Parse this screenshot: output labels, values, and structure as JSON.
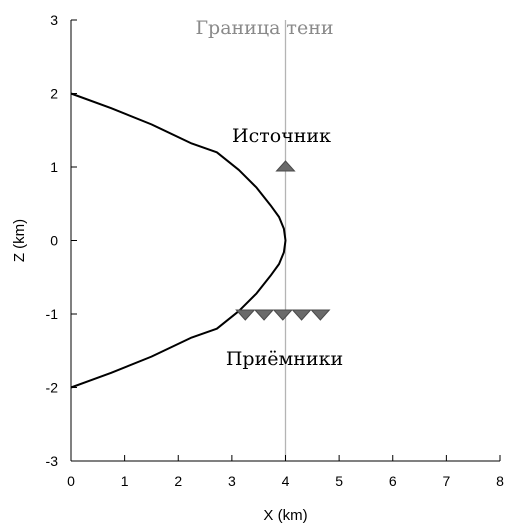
{
  "chart_data": {
    "type": "line",
    "title": "",
    "xlabel": "X (km)",
    "ylabel": "Z (km)",
    "xlim": [
      0,
      8
    ],
    "ylim": [
      -3,
      3
    ],
    "x_ticks": [
      0,
      1,
      2,
      3,
      4,
      5,
      6,
      7,
      8
    ],
    "y_ticks": [
      -3,
      -2,
      -1,
      0,
      1,
      2,
      3
    ],
    "x_tick_labels": [
      "0",
      "1",
      "2",
      "3",
      "4",
      "5",
      "6",
      "7",
      "8"
    ],
    "y_tick_labels": [
      "-3",
      "-2",
      "-1",
      "0",
      "1",
      "2",
      "3"
    ],
    "grid": false,
    "series": [
      {
        "x": [
          0,
          0.75,
          1.5,
          2.25,
          2.72,
          3.13,
          3.46,
          3.72,
          3.88,
          3.97,
          4,
          3.97,
          3.88,
          3.72,
          3.46,
          3.13,
          2.72,
          2.25,
          1.5,
          0.75,
          0
        ],
        "y": [
          2,
          1.8,
          1.58,
          1.32,
          1.2,
          0.96,
          0.72,
          0.48,
          0.32,
          0.16,
          0,
          -0.16,
          -0.32,
          -0.48,
          -0.72,
          -0.96,
          -1.2,
          -1.32,
          -1.58,
          -1.8,
          -2
        ],
        "color": "#000000"
      }
    ],
    "vertical_line": {
      "x": 4,
      "label": "Граница тени",
      "color": "#b4b4b4"
    },
    "source": {
      "label": "Источник",
      "x": 4,
      "y": 1,
      "marker": "triangle-up",
      "color": "#6a6a6a"
    },
    "receivers": {
      "label": "Приёмники",
      "x": [
        3.25,
        3.6,
        3.95,
        4.3,
        4.65
      ],
      "y": [
        -1,
        -1,
        -1,
        -1,
        -1
      ],
      "marker": "triangle-down",
      "color": "#6a6a6a"
    }
  },
  "colors": {
    "axis": "#000000",
    "shadow_label": "#8a8a8a",
    "annotation_text": "#000000"
  }
}
